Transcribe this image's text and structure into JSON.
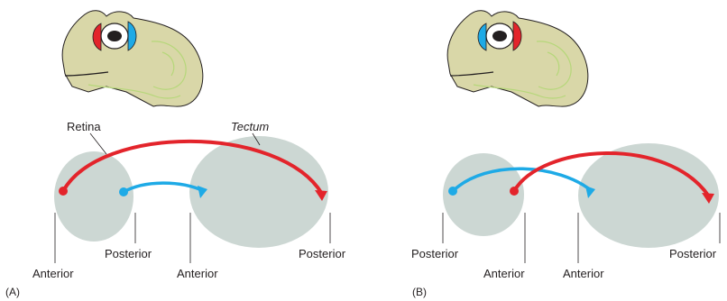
{
  "colors": {
    "head_fill": "#d9d7a8",
    "head_stroke": "#231f20",
    "tissue": "#ccd7d3",
    "red": "#e3242b",
    "blue": "#1eaae6",
    "contour": "#b6d77a"
  },
  "panels": [
    {
      "id": "A",
      "tag": "(A)",
      "labels": {
        "retina": "Retina",
        "tectum": "Tectum",
        "retina_anterior": "Anterior",
        "retina_posterior": "Posterior",
        "tectum_anterior": "Anterior",
        "tectum_posterior": "Posterior"
      }
    },
    {
      "id": "B",
      "tag": "(B)",
      "labels": {
        "retina_posterior": "Posterior",
        "retina_anterior": "Anterior",
        "tectum_anterior": "Anterior",
        "tectum_posterior": "Posterior"
      }
    }
  ]
}
